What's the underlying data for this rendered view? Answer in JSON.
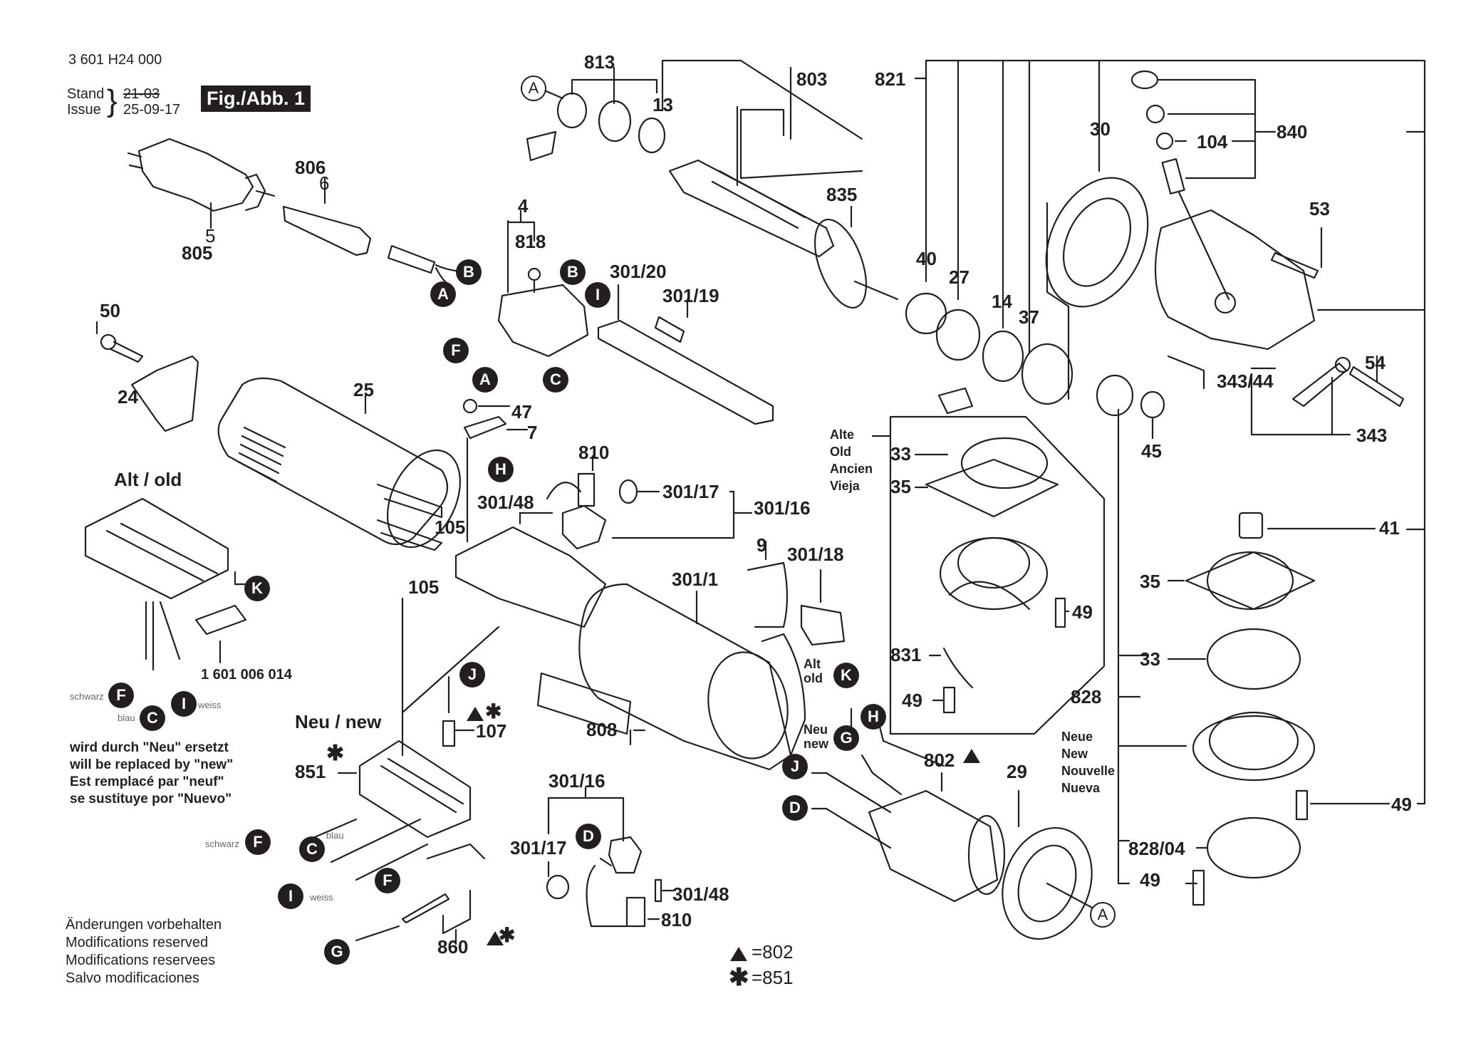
{
  "header": {
    "part_number": "3 601 H24 000",
    "stand_label": "Stand",
    "issue_label": "Issue",
    "old_date": "21-03",
    "issue_date": "25-09-17",
    "figure_label": "Fig./Abb. 1"
  },
  "legend": {
    "triangle_ref": "=802",
    "star_ref": "=851"
  },
  "variants": {
    "alt_old_title": "Alt / old",
    "neu_new_title": "Neu / new",
    "alt_old_short": [
      "Alt",
      "old"
    ],
    "neu_new_short": [
      "Neu",
      "new"
    ],
    "alte_block": [
      "Alte",
      "Old",
      "Ancien",
      "Vieja"
    ],
    "neue_block": [
      "Neue",
      "New",
      "Nouvelle",
      "Nueva"
    ],
    "replacement_note": [
      "wird durch \"Neu\" ersetzt",
      "will be replaced by \"new\"",
      "Est remplacé par \"neuf\"",
      "se sustituye por \"Nuevo\""
    ]
  },
  "footer": {
    "disclaimer": [
      "Änderungen vorbehalten",
      "Modifications reserved",
      "Modifications reservees",
      "Salvo modificaciones"
    ]
  },
  "wire_colors": {
    "schwarz": "schwarz",
    "blau": "blau",
    "weiss": "weiss"
  },
  "part_labels": {
    "p806": "806",
    "p6": "6",
    "p5": "5",
    "p805": "805",
    "p50": "50",
    "p24": "24",
    "p25": "25",
    "p105a": "105",
    "p105b": "105",
    "p4": "4",
    "p818": "818",
    "p301_20": "301/20",
    "p301_19": "301/19",
    "p47": "47",
    "p7": "7",
    "p810a": "810",
    "p301_17a": "301/17",
    "p301_16a": "301/16",
    "p301_48a": "301/48",
    "p9": "9",
    "p301_18": "301/18",
    "p301_1": "301/1",
    "p808": "808",
    "p107": "107",
    "p851": "851",
    "p860": "860",
    "p1601": "1 601 006 014",
    "p813": "813",
    "p13": "13",
    "p803": "803",
    "p835": "835",
    "p821": "821",
    "p40": "40",
    "p27": "27",
    "p14": "14",
    "p37": "37",
    "p30": "30",
    "p104": "104",
    "p840": "840",
    "p53": "53",
    "p54": "54",
    "p343_44": "343/44",
    "p343": "343",
    "p45": "45",
    "p41": "41",
    "p33a": "33",
    "p35a": "35",
    "p49a": "49",
    "p831": "831",
    "p49b": "49",
    "p35b": "35",
    "p33b": "33",
    "p828": "828",
    "p49c": "49",
    "p828_04": "828/04",
    "p49d": "49",
    "p802": "802",
    "p29": "29",
    "p301_16b": "301/16",
    "p301_17b": "301/17",
    "p301_48b": "301/48",
    "p810b": "810"
  },
  "connectors": {
    "A": "A",
    "B": "B",
    "C": "C",
    "D": "D",
    "F": "F",
    "G": "G",
    "H": "H",
    "I": "I",
    "J": "J",
    "K": "K"
  }
}
